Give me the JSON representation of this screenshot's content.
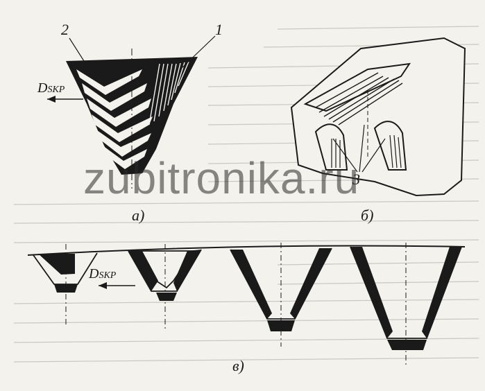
{
  "figure": {
    "labels": {
      "grain_label_1": "1",
      "grain_label_2": "2",
      "grain_label_3": "3",
      "feed_label_main": "D",
      "feed_label_sub": "SKP",
      "feed_label_main_c": "D",
      "feed_label_sub_c": "SKP"
    },
    "captions": {
      "a": "а)",
      "b": "б)",
      "c": "в)"
    }
  },
  "watermark": "zubitronika.ru",
  "colors": {
    "ink": "#1a1a1a",
    "paper": "#f4f2ec",
    "bleed_text": "#9a9a98"
  }
}
